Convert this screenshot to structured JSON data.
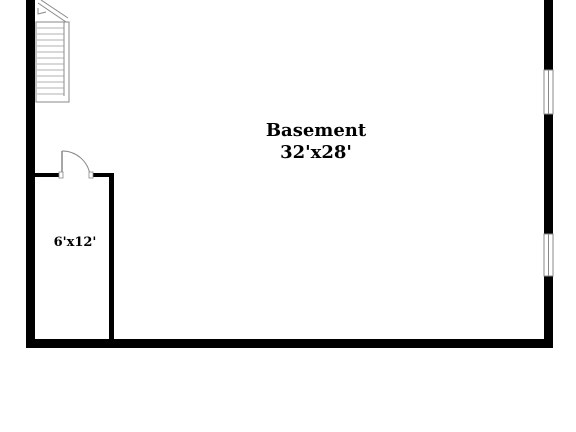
{
  "rooms": {
    "basement": {
      "name": "Basement",
      "dimensions": "32'x28'"
    },
    "storage": {
      "dimensions": "6'x12'"
    }
  },
  "colors": {
    "wall": "#000000",
    "background": "#ffffff",
    "fixture": "#888888"
  }
}
